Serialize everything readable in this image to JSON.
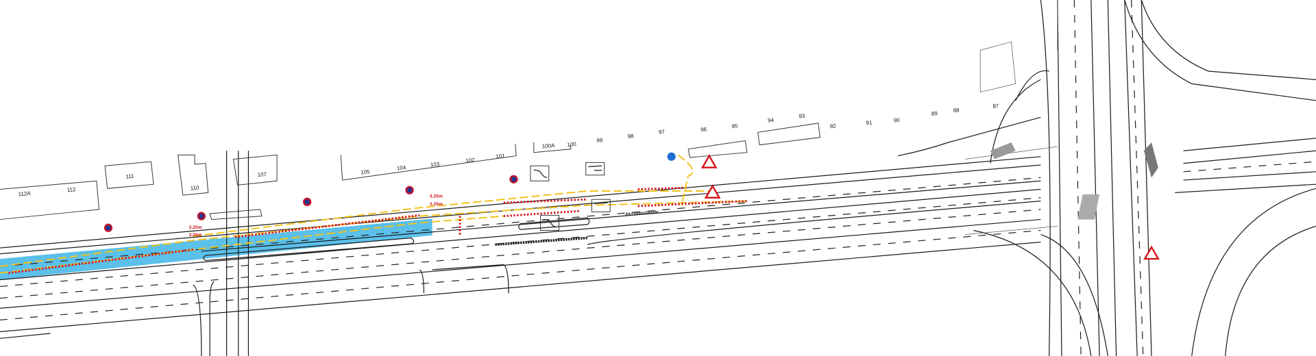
{
  "plan": {
    "house_numbers": [
      "112A",
      "112",
      "111",
      "110",
      "107",
      "105",
      "104",
      "103",
      "102",
      "101",
      "100A",
      "100",
      "99",
      "98",
      "97",
      "96",
      "95",
      "94",
      "93",
      "92",
      "91",
      "90",
      "89",
      "88",
      "87"
    ],
    "measurements": [
      "3.25m",
      "3.25m",
      "3.25m",
      "3.25m"
    ],
    "street_label": "Alt-Friedrichsfelde",
    "colors": {
      "bus_lane": "#5bc0ea",
      "barrier": "#d4141c",
      "tape": "#f2c21a",
      "line": "#1a1a1a"
    }
  }
}
